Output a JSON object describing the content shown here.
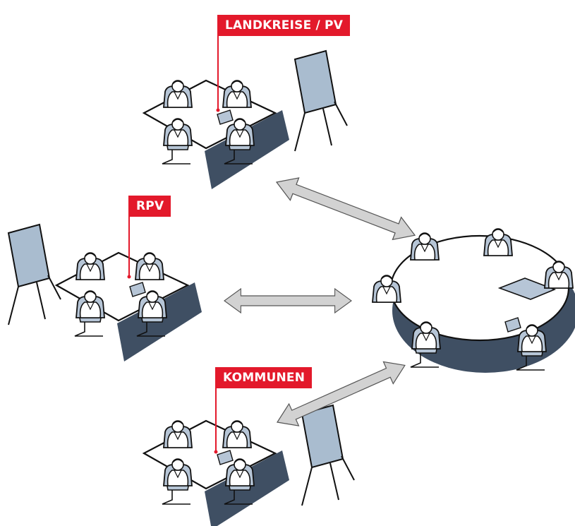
{
  "labels": {
    "landkreise": "LANDKREISE / PV",
    "rpv": "RPV",
    "kommunen": "KOMMUNEN"
  },
  "colors": {
    "label_red": "#e3192b",
    "shadow_navy": "#3f4f63",
    "chair_blue": "#b6c5d6",
    "flipchart_board": "#a9bccf",
    "arrow_gray": "#d2d2d2"
  },
  "icons": {
    "flipchart": "flipchart-icon",
    "person": "person-icon",
    "chair": "chair-icon",
    "laptop": "laptop-icon",
    "arrow": "double-arrow-icon"
  }
}
